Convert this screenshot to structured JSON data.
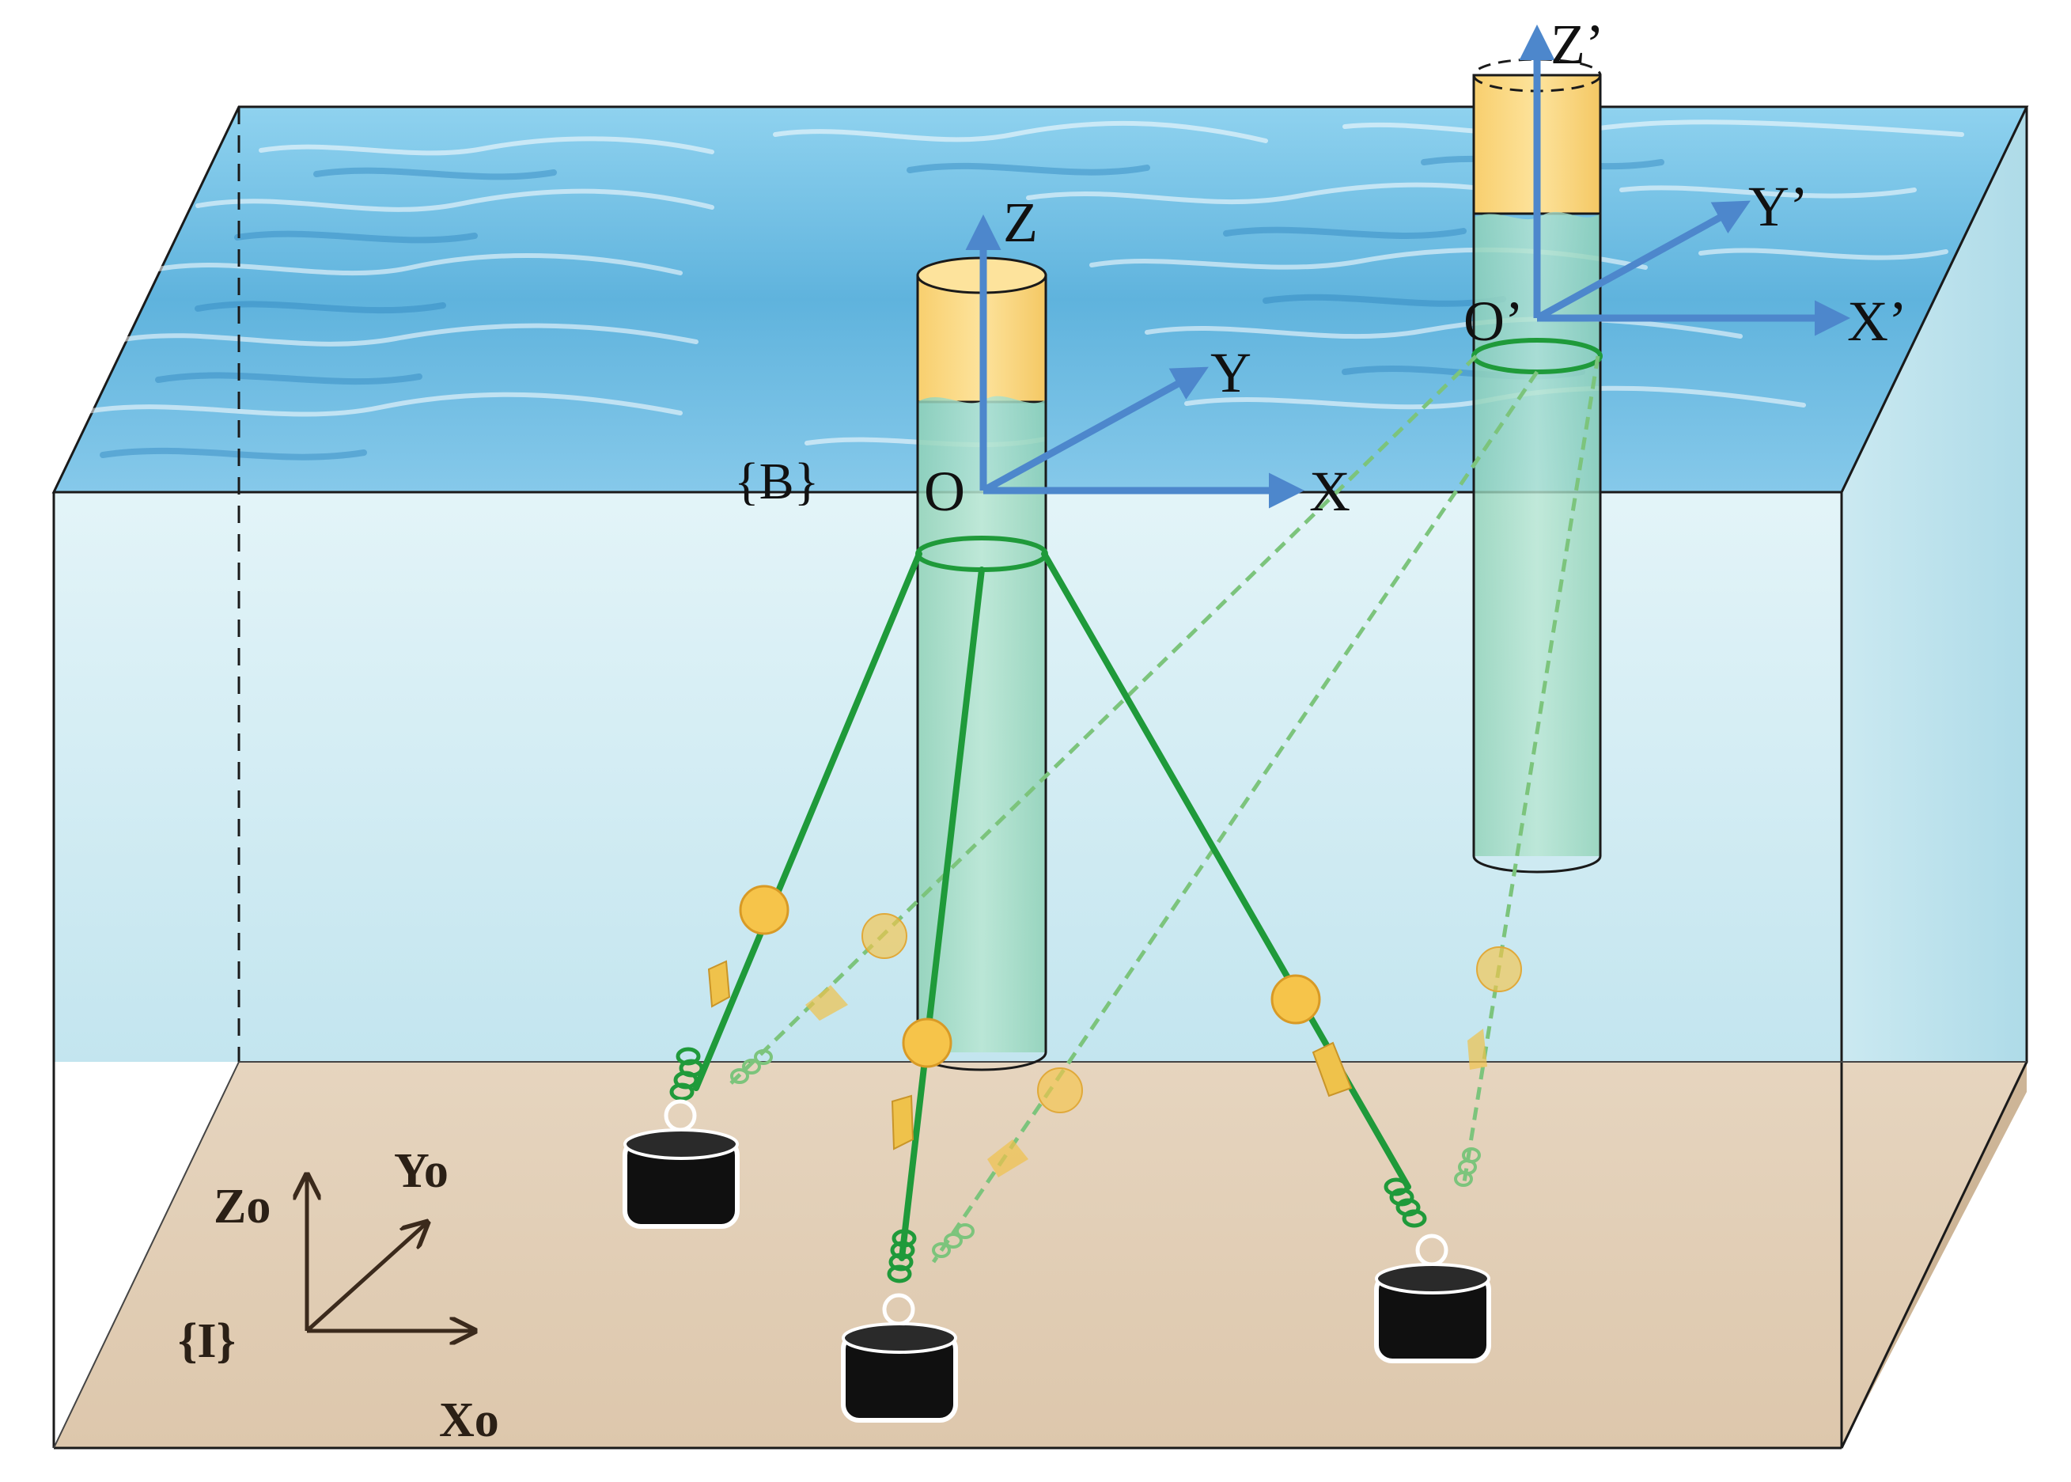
{
  "colors": {
    "water_top": "#5fb3dd",
    "water_body": "#d3edf4",
    "seabed": "#e2cfb7",
    "spar_yellow": "#fbd98a",
    "spar_green": "#a3dcc4",
    "mooring_line": "#1f9a3a",
    "mooring_line_dashed": "#7cc47c",
    "buoy": "#f6c44a",
    "sensor": "#efc24b",
    "anchor": "#101010",
    "axis_blue": "#4d87cc",
    "axis_brown": "#3b2a1c"
  },
  "labels": {
    "body_frame_origin": "O",
    "body_frame_x": "X",
    "body_frame_y": "Y",
    "body_frame_z": "Z",
    "body_frame_name": "{B}",
    "moved_frame_origin": "O’",
    "moved_frame_x": "X’",
    "moved_frame_y": "Y’",
    "moved_frame_z": "Z’",
    "inertial_frame_x": "Xo",
    "inertial_frame_y": "Yo",
    "inertial_frame_z": "Zo",
    "inertial_frame_name": "{I}"
  }
}
